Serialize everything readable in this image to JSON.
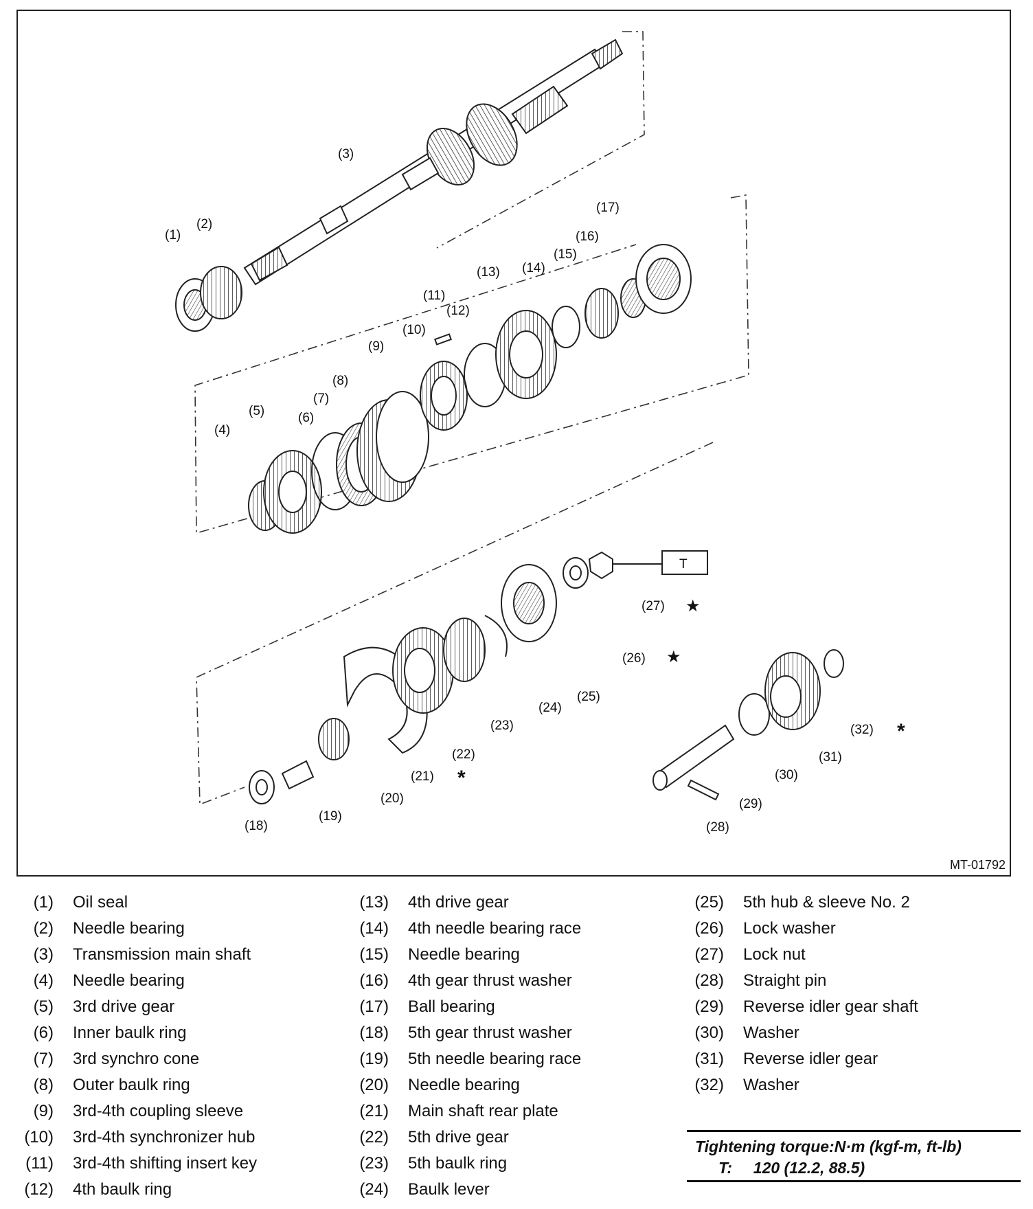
{
  "figure_id": "MT-01792",
  "diagram": {
    "callouts": [
      "(1)",
      "(2)",
      "(3)",
      "(4)",
      "(5)",
      "(6)",
      "(7)",
      "(8)",
      "(9)",
      "(10)",
      "(11)",
      "(12)",
      "(13)",
      "(14)",
      "(15)",
      "(16)",
      "(17)",
      "(18)",
      "(19)",
      "(20)",
      "(21)",
      "(22)",
      "(23)",
      "(24)",
      "(25)",
      "(26)",
      "(27)",
      "(28)",
      "(29)",
      "(30)",
      "(31)",
      "(32)"
    ],
    "torque_box": "T"
  },
  "legend": {
    "col1": [
      {
        "num": "(1)",
        "label": "Oil seal"
      },
      {
        "num": "(2)",
        "label": "Needle bearing"
      },
      {
        "num": "(3)",
        "label": "Transmission main shaft"
      },
      {
        "num": "(4)",
        "label": "Needle bearing"
      },
      {
        "num": "(5)",
        "label": "3rd drive gear"
      },
      {
        "num": "(6)",
        "label": "Inner baulk ring"
      },
      {
        "num": "(7)",
        "label": "3rd synchro cone"
      },
      {
        "num": "(8)",
        "label": "Outer baulk ring"
      },
      {
        "num": "(9)",
        "label": "3rd-4th coupling sleeve"
      },
      {
        "num": "(10)",
        "label": "3rd-4th synchronizer hub"
      },
      {
        "num": "(11)",
        "label": "3rd-4th shifting insert key"
      },
      {
        "num": "(12)",
        "label": "4th baulk ring"
      }
    ],
    "col2": [
      {
        "num": "(13)",
        "label": "4th drive gear"
      },
      {
        "num": "(14)",
        "label": "4th needle bearing race"
      },
      {
        "num": "(15)",
        "label": "Needle bearing"
      },
      {
        "num": "(16)",
        "label": "4th gear thrust washer"
      },
      {
        "num": "(17)",
        "label": "Ball bearing"
      },
      {
        "num": "(18)",
        "label": "5th gear thrust washer"
      },
      {
        "num": "(19)",
        "label": "5th needle bearing race"
      },
      {
        "num": "(20)",
        "label": "Needle bearing"
      },
      {
        "num": "(21)",
        "label": "Main shaft rear plate"
      },
      {
        "num": "(22)",
        "label": "5th drive gear"
      },
      {
        "num": "(23)",
        "label": "5th baulk ring"
      },
      {
        "num": "(24)",
        "label": "Baulk lever"
      }
    ],
    "col3": [
      {
        "num": "(25)",
        "label": "5th hub & sleeve No. 2"
      },
      {
        "num": "(26)",
        "label": "Lock washer"
      },
      {
        "num": "(27)",
        "label": "Lock nut"
      },
      {
        "num": "(28)",
        "label": "Straight pin"
      },
      {
        "num": "(29)",
        "label": "Reverse idler gear shaft"
      },
      {
        "num": "(30)",
        "label": "Washer"
      },
      {
        "num": "(31)",
        "label": "Reverse idler gear"
      },
      {
        "num": "(32)",
        "label": "Washer"
      }
    ]
  },
  "torque": {
    "title": "Tightening torque:N·m (kgf-m, ft-lb)",
    "rows": [
      {
        "code": "T:",
        "value": "120 (12.2, 88.5)"
      }
    ]
  }
}
